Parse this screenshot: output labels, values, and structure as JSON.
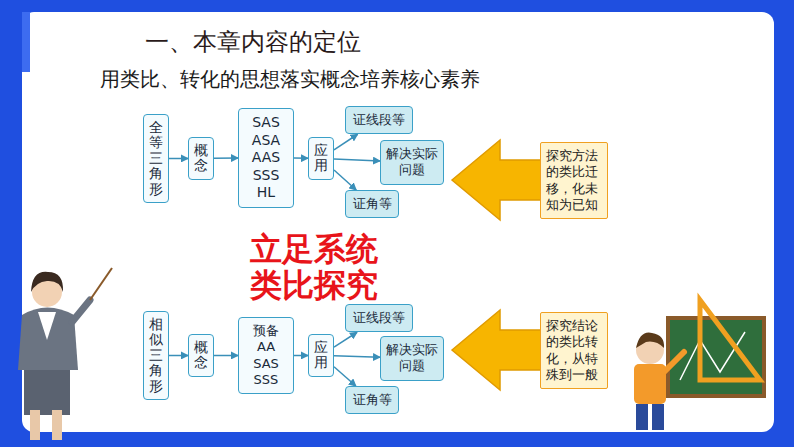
{
  "diagram": {
    "title": "一、本章内容的定位",
    "nodes": [
      {
        "text": [
          "全等三角形"
        ]
      },
      {
        "text": [
          "概念"
        ]
      },
      {
        "text": [
          "SAS ASA AAS SSS HL"
        ]
      },
      {
        "text": [
          "应用"
        ]
      },
      {
        "text": [
          "证线段等"
        ]
      },
      {
        "text": [
          "解决实际问题"
        ]
      },
      {
        "text": [
          "证角等"
        ]
      },
      {
        "text": [
          "探究方法的类比迁移，化未知为已知"
        ]
      },
      {
        "text": [
          "相似三角形"
        ]
      },
      {
        "text": [
          "概念"
        ]
      },
      {
        "text": [
          "预备 AA SAS SSS"
        ]
      },
      {
        "text": [
          "应用"
        ]
      },
      {
        "text": [
          "证线段等"
        ]
      },
      {
        "text": [
          "解决实际问题"
        ]
      },
      {
        "text": [
          "证角等"
        ]
      },
      {
        "text": [
          "探究结论的类比转化，从特殊到一般"
        ]
      }
    ],
    "edges": [
      {
        "from": 0,
        "to": 1,
        "arrow": "to"
      },
      {
        "from": 1,
        "to": 2,
        "arrow": "to"
      },
      {
        "from": 2,
        "to": 3,
        "arrow": "to"
      },
      {
        "from": 3,
        "to": 4,
        "arrow": "to"
      },
      {
        "from": 3,
        "to": 5,
        "arrow": "to"
      },
      {
        "from": 3,
        "to": 6,
        "arrow": "to"
      },
      {
        "from": 8,
        "to": 9,
        "arrow": "to"
      },
      {
        "from": 9,
        "to": 10,
        "arrow": "to"
      },
      {
        "from": 10,
        "to": 11,
        "arrow": "to"
      },
      {
        "from": 11,
        "to": 12,
        "arrow": "to"
      },
      {
        "from": 11,
        "to": 13,
        "arrow": "to"
      },
      {
        "from": 11,
        "to": 14,
        "arrow": "to"
      }
    ],
    "labels": [
      "用类比、转化的思想落实概念培养核心素养",
      "立足系统",
      "类比探究"
    ]
  }
}
